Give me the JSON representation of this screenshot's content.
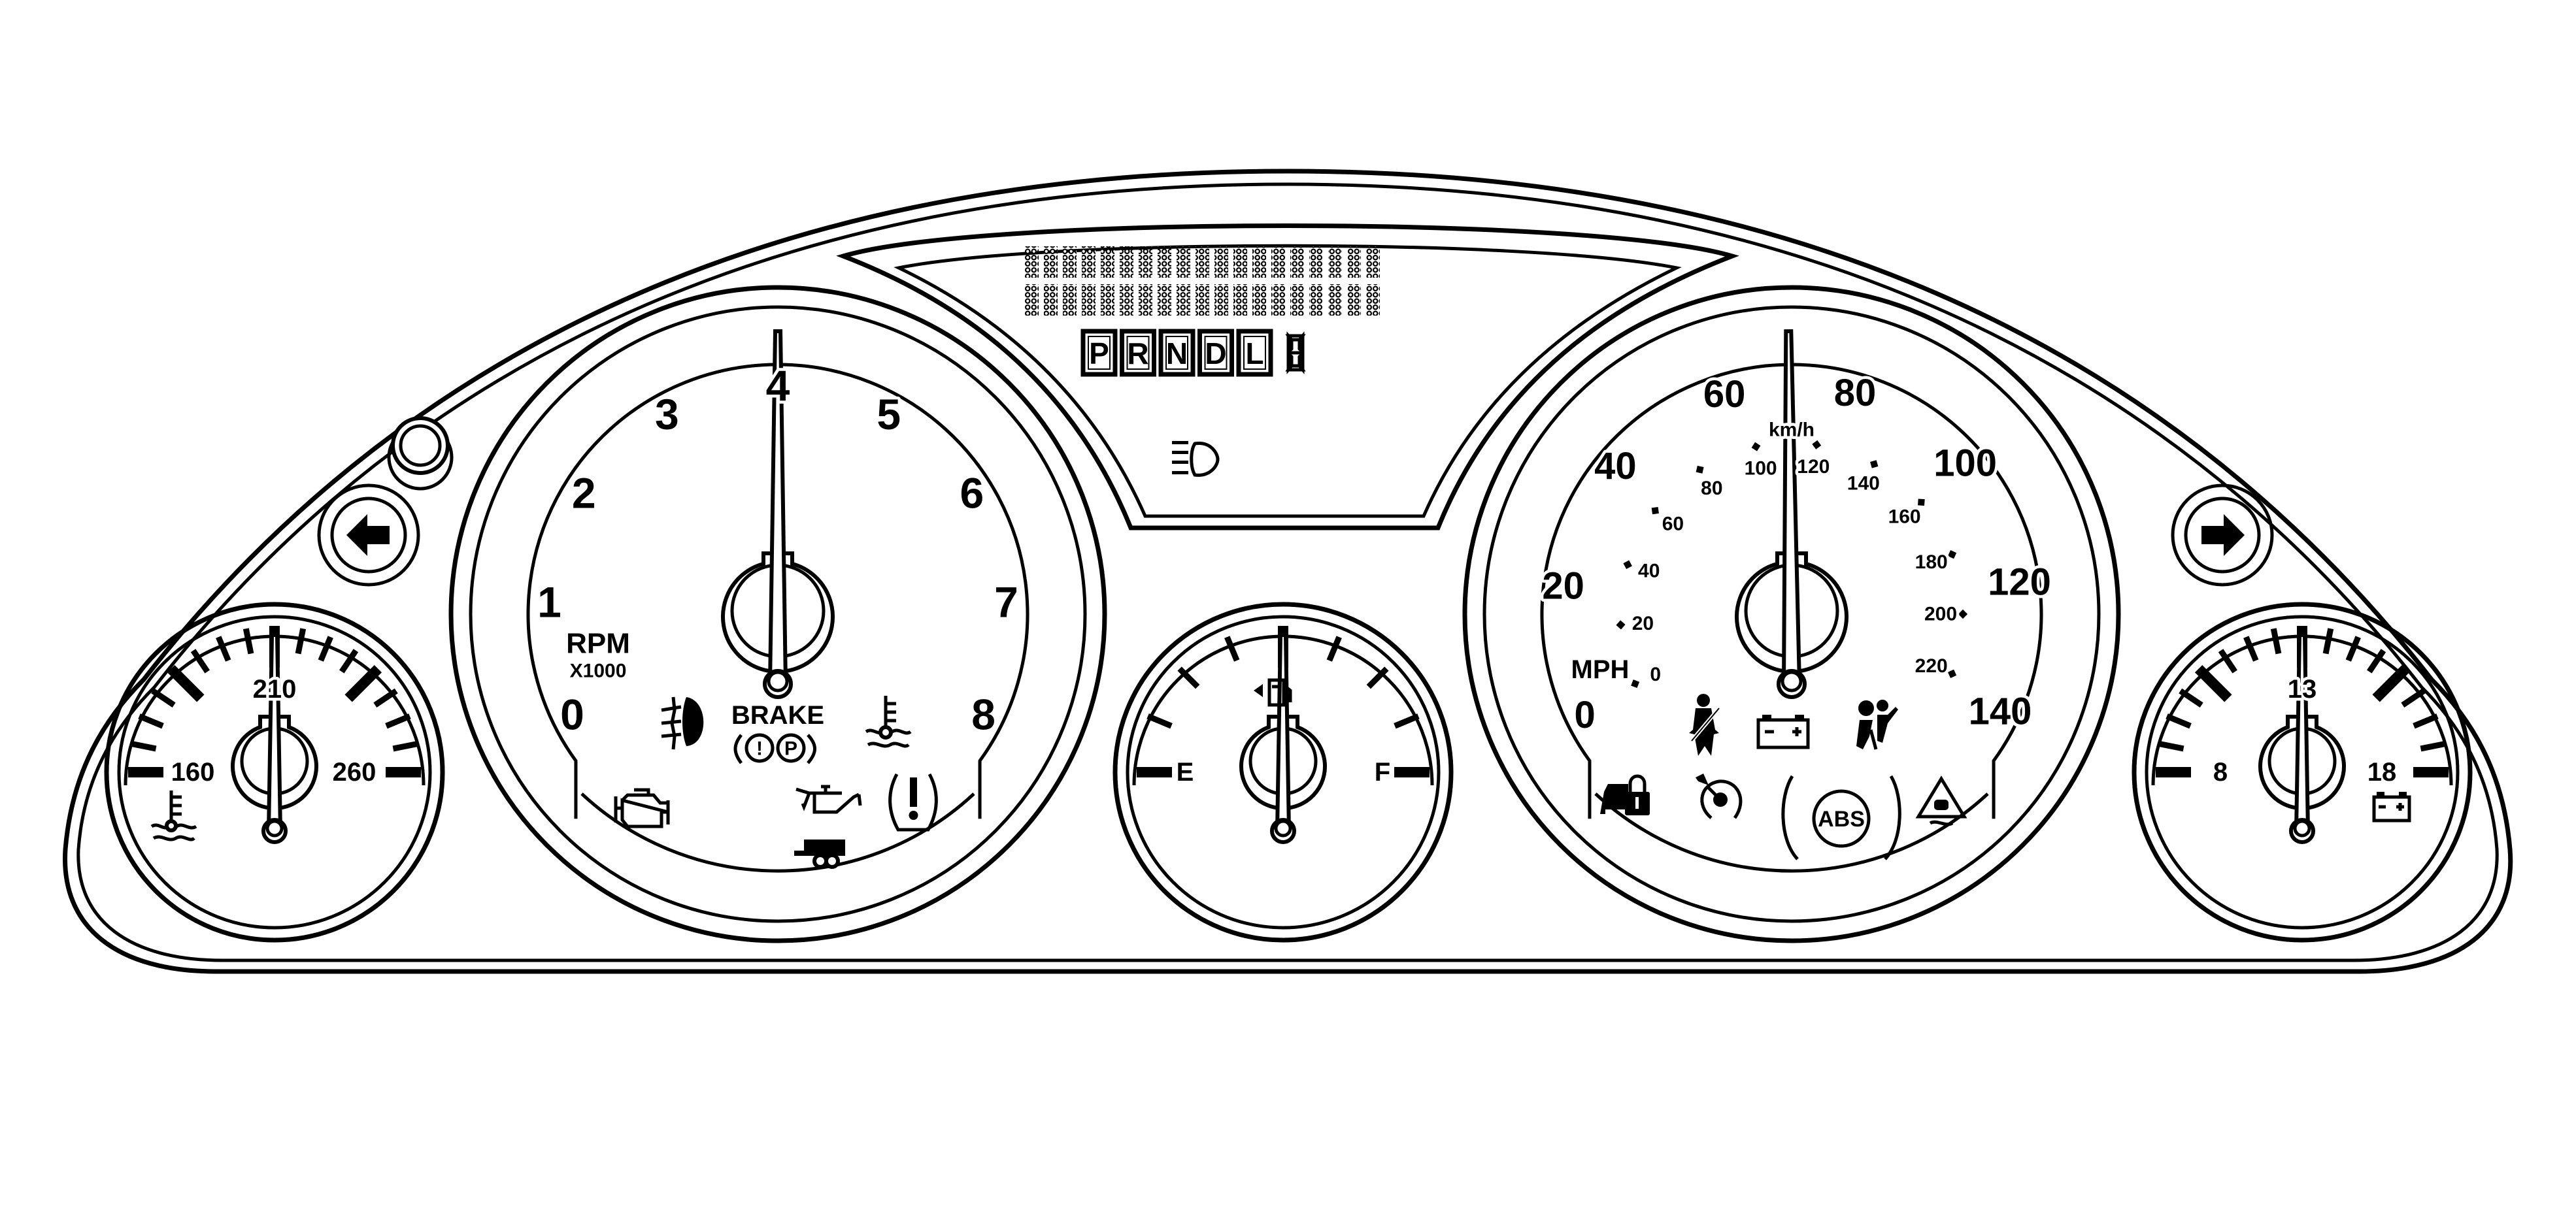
{
  "colors": {
    "line": "#000000",
    "background": "#ffffff"
  },
  "tachometer": {
    "labels": [
      "0",
      "1",
      "2",
      "3",
      "4",
      "5",
      "6",
      "7",
      "8"
    ],
    "unit": "RPM",
    "multiplier": "X1000",
    "range": [
      0,
      8
    ],
    "needle_value": 4
  },
  "speedometer": {
    "mph_labels": [
      "0",
      "20",
      "40",
      "60",
      "80",
      "100",
      "120",
      "140"
    ],
    "kmh_labels": [
      "0",
      "20",
      "40",
      "60",
      "80",
      "100",
      "120",
      "140",
      "160",
      "180",
      "200",
      "220"
    ],
    "mph_unit": "MPH",
    "kmh_unit": "km/h",
    "range_mph": [
      0,
      140
    ],
    "needle_value_mph": 70
  },
  "temperature_gauge": {
    "labels": [
      "160",
      "210",
      "260"
    ],
    "range": [
      160,
      260
    ],
    "needle_value": 210,
    "icon": "coolant-temperature-icon"
  },
  "fuel_gauge": {
    "labels": [
      "E",
      "F"
    ],
    "needle_level": 0.5,
    "icon": "fuel-pump-icon"
  },
  "voltmeter": {
    "labels": [
      "8",
      "13",
      "18"
    ],
    "range": [
      8,
      18
    ],
    "needle_value": 13,
    "icon": "battery-icon"
  },
  "center_display": {
    "gear_indicators": [
      "P",
      "R",
      "N",
      "D",
      "L"
    ],
    "dot_matrix_rows": 2,
    "dot_matrix_columns": 19,
    "icon": "headlamp-icon"
  },
  "warning_lights": {
    "brake_label": "BRAKE",
    "brake_symbols": [
      "!",
      "P"
    ],
    "abs_label": "ABS",
    "tachometer_icons": [
      "fog-lamp-icon",
      "brake-warning-icon",
      "coolant-temperature-icon",
      "check-engine-icon",
      "oil-pressure-icon",
      "tire-pressure-icon",
      "trailer-icon"
    ],
    "speedometer_icons": [
      "seatbelt-icon",
      "battery-icon",
      "airbag-icon",
      "security-lock-icon",
      "cruise-control-icon",
      "abs-icon",
      "stability-control-icon"
    ]
  },
  "turn_signals": [
    "left-turn-arrow-icon",
    "right-turn-arrow-icon"
  ]
}
